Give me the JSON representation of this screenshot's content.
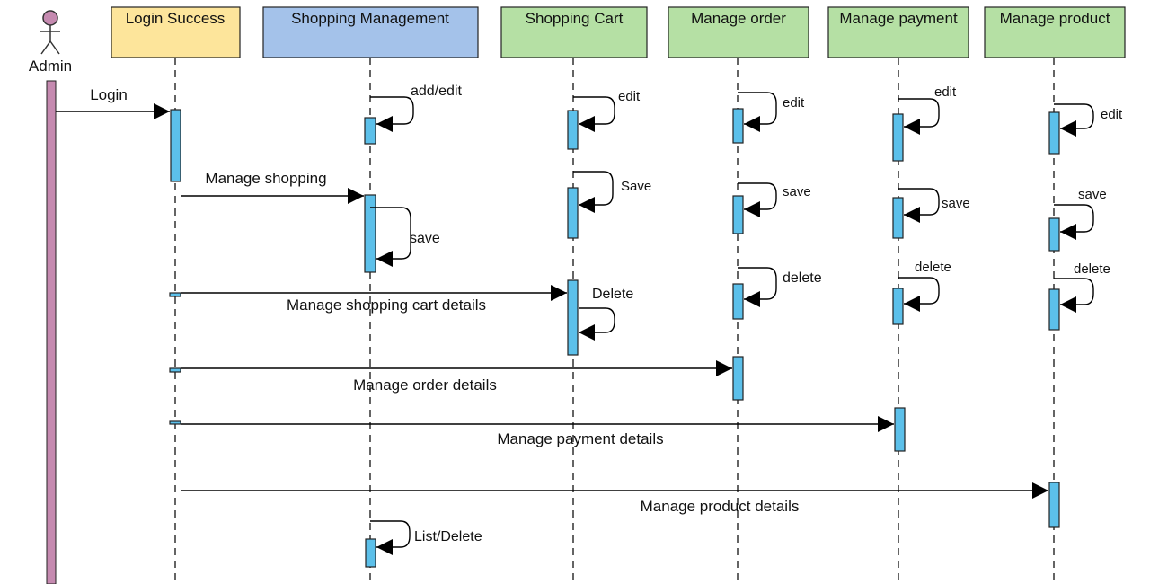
{
  "actor": {
    "label": "Admin",
    "color": "#c58ab0"
  },
  "participants": [
    {
      "id": "login",
      "label": "Login Success",
      "color": "#fde59b"
    },
    {
      "id": "shopping",
      "label": "Shopping Management",
      "color": "#a4c2ea"
    },
    {
      "id": "cart",
      "label": "Shopping Cart",
      "color": "#b5e0a4"
    },
    {
      "id": "order",
      "label": "Manage order",
      "color": "#b5e0a4"
    },
    {
      "id": "payment",
      "label": "Manage payment",
      "color": "#b5e0a4"
    },
    {
      "id": "product",
      "label": "Manage product",
      "color": "#b5e0a4"
    }
  ],
  "messages": [
    {
      "from": "Admin",
      "to": "Login Success",
      "label": "Login"
    },
    {
      "from": "Login Success",
      "to": "Shopping Management",
      "label": "Manage shopping"
    },
    {
      "from": "Login Success",
      "to": "Shopping Cart",
      "label": "Manage shopping cart details"
    },
    {
      "from": "Login Success",
      "to": "Manage order",
      "label": "Manage order details"
    },
    {
      "from": "Login Success",
      "to": "Manage payment",
      "label": "Manage payment details"
    },
    {
      "from": "Login Success",
      "to": "Manage product",
      "label": "Manage product details"
    }
  ],
  "self_messages": {
    "shopping": [
      "add/edit",
      "save",
      "List/Delete"
    ],
    "cart": [
      "edit",
      "Save",
      "Delete"
    ],
    "order": [
      "edit",
      "save",
      "delete"
    ],
    "payment": [
      "edit",
      "save",
      "delete"
    ],
    "product": [
      "edit",
      "save",
      "delete"
    ]
  },
  "activation_color": "#5cc0ea"
}
